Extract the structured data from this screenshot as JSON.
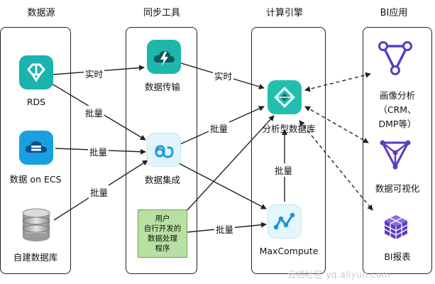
{
  "columns": {
    "source": "数据源",
    "sync": "同步工具",
    "engine": "计算引擎",
    "bi": "BI应用"
  },
  "nodes": {
    "rds": "RDS",
    "ecs": "数据 on ECS",
    "selfbuilt_db": "自建数据库",
    "transfer": "数据传输",
    "integration": "数据集成",
    "user_dev": [
      "用户",
      "自行开发的",
      "数据处理",
      "程序"
    ],
    "analytic_db": "分析型数据库",
    "maxcompute": "MaxCompute",
    "portrait": [
      "画像分析",
      "（CRM、",
      "DMP等）"
    ],
    "visualization": "数据可视化",
    "bi_report": "BI报表"
  },
  "edges": {
    "rds_transfer": "实时",
    "transfer_adb": "实时",
    "rds_integration": "批量",
    "ecs_integration": "批量",
    "selfdb_integration": "批量",
    "integration_adb": "批量",
    "mc_adb": "批量",
    "user_mc": "批量"
  },
  "watermark": "云栖社区 yq.aliyun.com",
  "colors": {
    "teal": "#1fb8b0",
    "cyan": "#19a9df",
    "blue": "#1a7fd0",
    "light_cyan": "#e4f5fb",
    "purple": "#5a3fc0",
    "green_box": "#b7e0a2",
    "line": "#222222"
  }
}
